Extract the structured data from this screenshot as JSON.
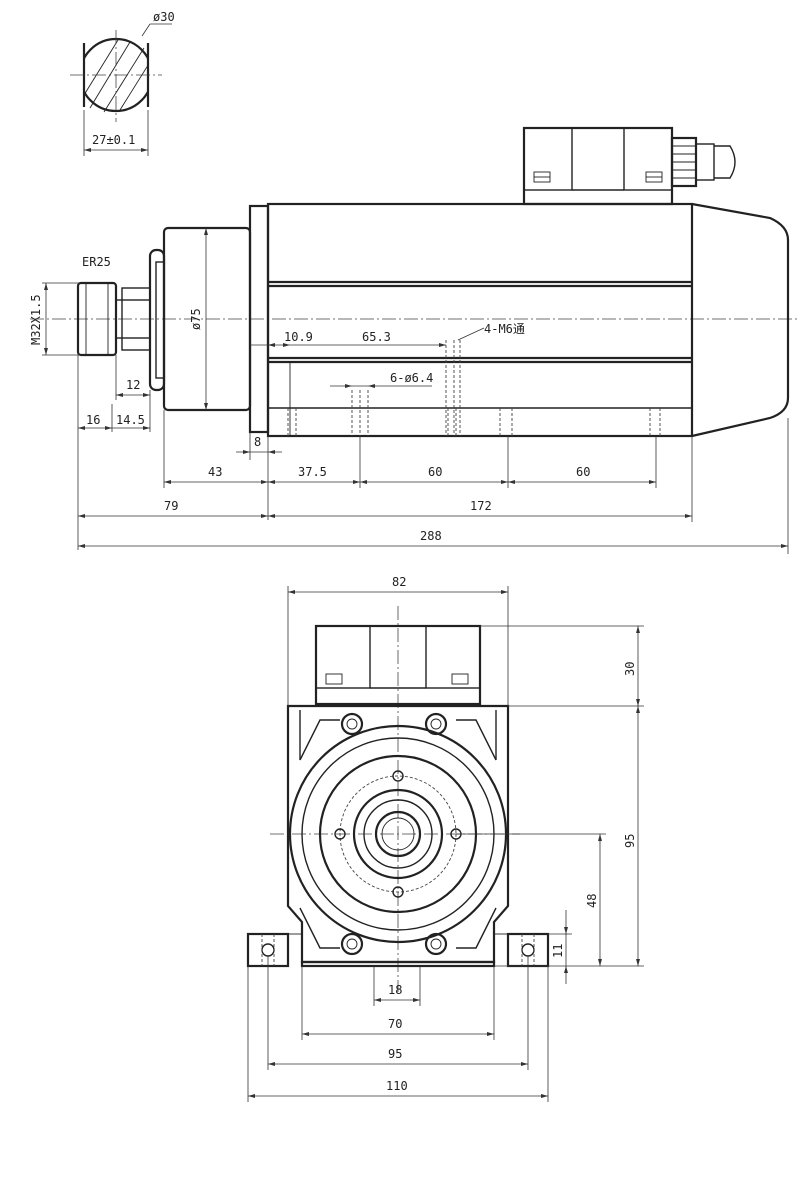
{
  "shaft_section": {
    "diameter_label": "ø30",
    "flat_width_label": "27±0.1"
  },
  "side_view": {
    "collet_label": "ER25",
    "thread_label": "M32X1.5",
    "body_diameter_label": "ø75",
    "tap_holes_label": "4-M6通",
    "mount_holes_label": "6-ø6.4",
    "dims": {
      "d_10_9": "10.9",
      "d_65_3": "65.3",
      "d_12": "12",
      "d_16": "16",
      "d_14_5": "14.5",
      "d_8": "8",
      "d_43": "43",
      "d_37_5": "37.5",
      "d_60a": "60",
      "d_60b": "60",
      "d_79": "79",
      "d_172": "172",
      "d_288": "288"
    }
  },
  "front_view": {
    "dims": {
      "d_82": "82",
      "d_30": "30",
      "d_95_height": "95",
      "d_48": "48",
      "d_11": "11",
      "d_18": "18",
      "d_70": "70",
      "d_95_width": "95",
      "d_110": "110"
    }
  }
}
